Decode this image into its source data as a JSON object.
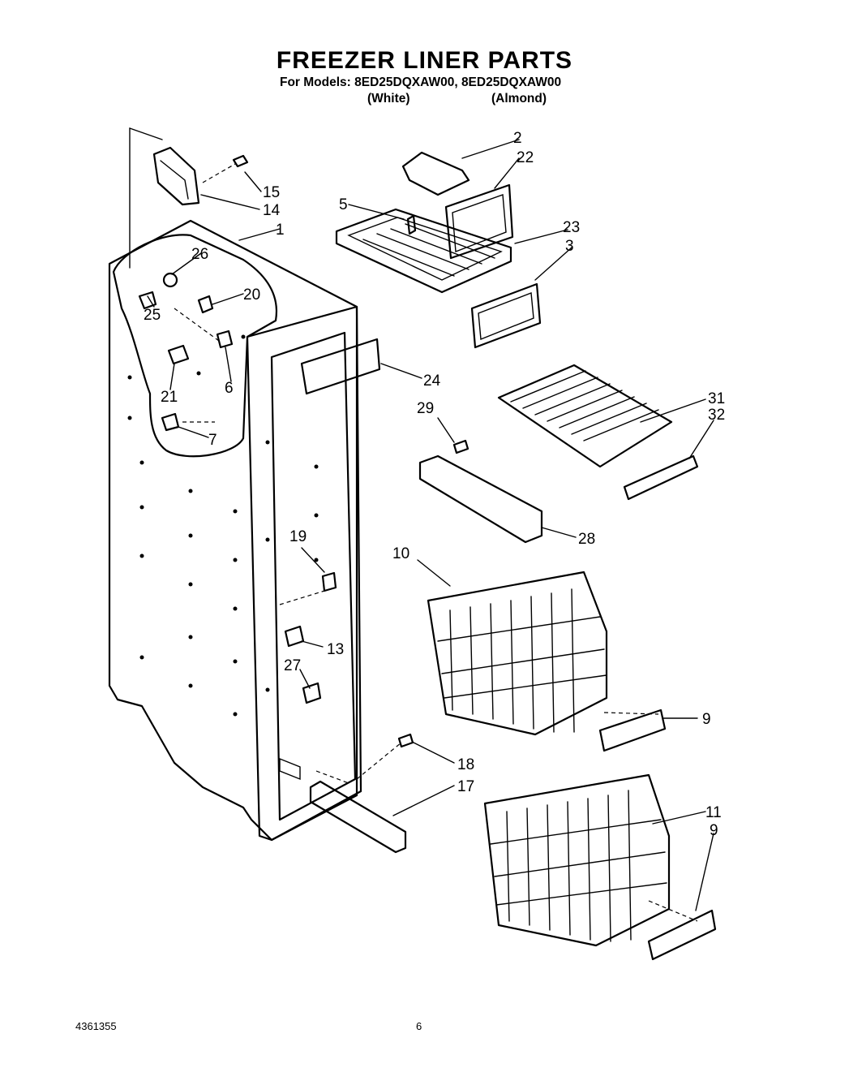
{
  "header": {
    "title": "FREEZER LINER PARTS",
    "models_line": "For Models: 8ED25DQXAW00, 8ED25DQXAW00",
    "color_white": "(White)",
    "color_almond": "(Almond)"
  },
  "callouts": {
    "n1": "1",
    "n2": "2",
    "n3": "3",
    "n5": "5",
    "n6": "6",
    "n7": "7",
    "n9a": "9",
    "n9b": "9",
    "n10": "10",
    "n11": "11",
    "n13": "13",
    "n14": "14",
    "n15": "15",
    "n17": "17",
    "n18": "18",
    "n19": "19",
    "n20": "20",
    "n21": "21",
    "n22": "22",
    "n23": "23",
    "n24": "24",
    "n25": "25",
    "n26": "26",
    "n27": "27",
    "n28": "28",
    "n29": "29",
    "n31": "31",
    "n32": "32"
  },
  "footer": {
    "doc_number": "4361355",
    "page_number": "6"
  }
}
